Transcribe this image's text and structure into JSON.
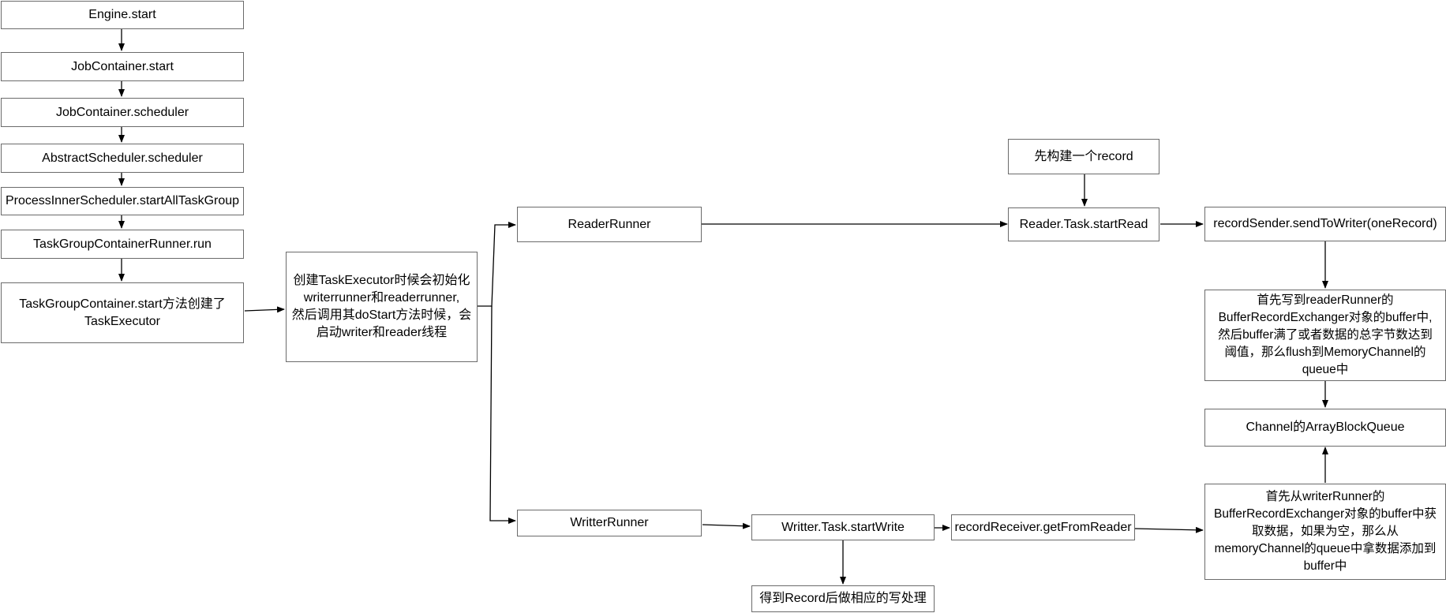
{
  "nodes": {
    "engine_start": "Engine.start",
    "job_container_start": "JobContainer.start",
    "job_container_scheduler": "JobContainer.scheduler",
    "abstract_scheduler": "AbstractScheduler.scheduler",
    "process_inner_scheduler": "ProcessInnerScheduler.startAllTaskGroup",
    "task_group_container_runner": "TaskGroupContainerRunner.run",
    "task_group_container_start": "TaskGroupContainer.start方法创建了\nTaskExecutor",
    "task_executor_init": "创建TaskExecutor时候会初始化\nwriterrunner和readerrunner,\n然后调用其doStart方法时候，会\n启动writer和reader线程",
    "reader_runner": "ReaderRunner",
    "writer_runner": "WritterRunner",
    "build_record": "先构建一个record",
    "reader_task_start_read": "Reader.Task.startRead",
    "record_sender": "recordSender.sendToWriter(oneRecord)",
    "write_to_buffer": "首先写到readerRunner的\nBufferRecordExchanger对象的buffer中,\n然后buffer满了或者数据的总字节数达到\n阈值，那么flush到MemoryChannel的\nqueue中",
    "channel_queue": "Channel的ArrayBlockQueue",
    "read_from_buffer": "首先从writerRunner的\nBufferRecordExchanger对象的buffer中获\n取数据，如果为空，那么从\nmemoryChannel的queue中拿数据添加到\nbuffer中",
    "writer_task_start_write": "Writter.Task.startWrite",
    "record_receiver": "recordReceiver.getFromReader",
    "write_processing": "得到Record后做相应的写处理"
  },
  "colors": {
    "border": "#6b6b6b",
    "edge": "#000000",
    "background": "#ffffff"
  }
}
